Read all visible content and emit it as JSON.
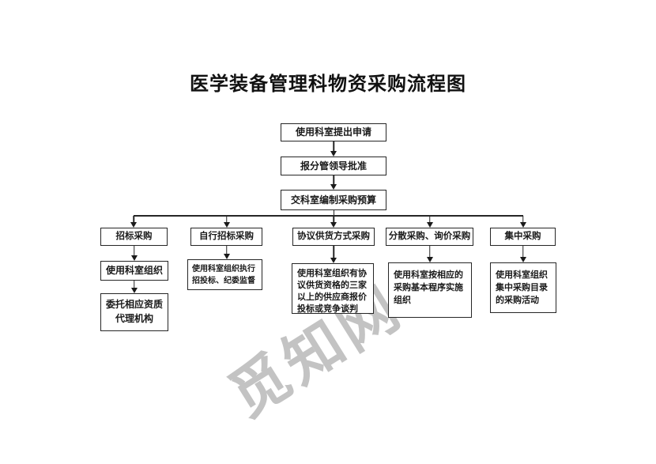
{
  "title": "医学装备管理科物资采购流程图",
  "watermark": "觅知网",
  "flow": {
    "step1": "使用科室提出申请",
    "step2": "报分管领导批准",
    "step3": "交科室编制采购预算"
  },
  "branches": [
    {
      "label": "招标采购",
      "step": "使用科室组织",
      "substep": "委托相应资质\n代理机构"
    },
    {
      "label": "自行招标采购",
      "step": "使用科室组织执行\n招投标、纪委监督"
    },
    {
      "label": "协议供货方式采购",
      "step": "使用科室组织有协\n议供货资格的三家\n以上的供应商报价\n投标或竞争谈判"
    },
    {
      "label": "分散采购、询价采购",
      "step": "使用科室按相应的\n采购基本程序实施\n组织"
    },
    {
      "label": "集中采购",
      "step": "使用科室组织\n集中采购目录\n的采购活动"
    }
  ],
  "colors": {
    "background": "#ffffff",
    "border": "#262626",
    "text": "#1a1a1a",
    "watermark": "#c3c3c3"
  }
}
